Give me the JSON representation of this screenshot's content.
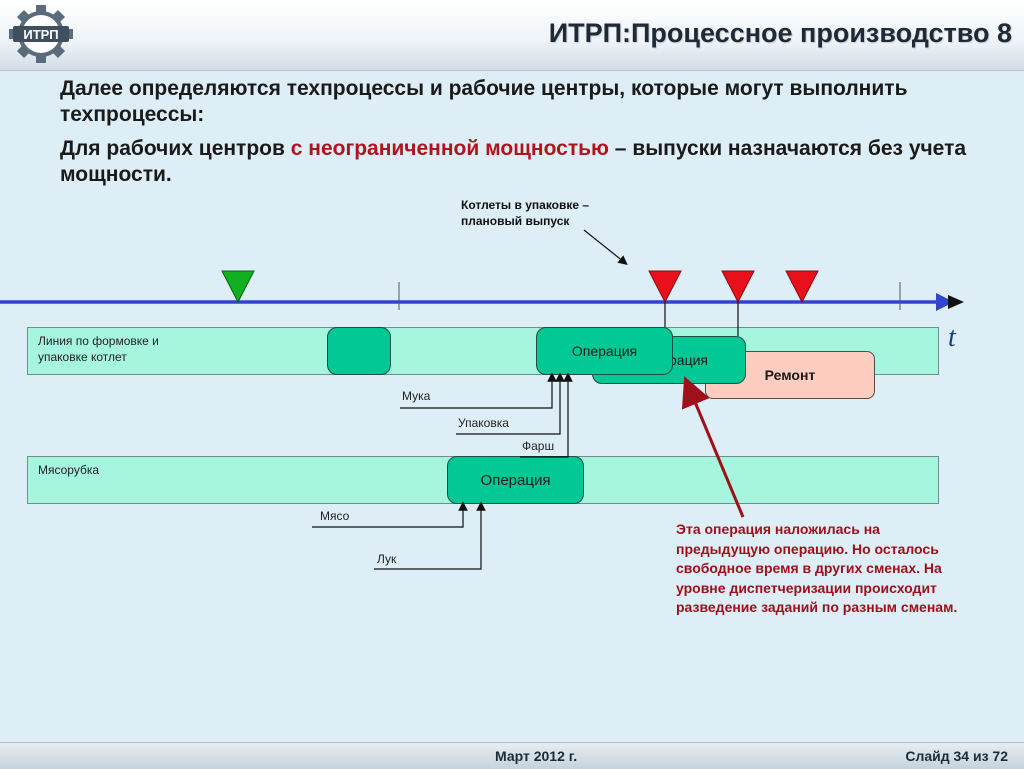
{
  "header": {
    "logo_text": "ИТРП",
    "title": "ИТРП:Процессное производство 8"
  },
  "intro": {
    "paragraph1": "Далее определяются техпроцессы и рабочие центры, которые могут выполнить техпроцессы:",
    "paragraph2_before": "Для рабочих центров ",
    "paragraph2_highlight": "с неограниченной мощностью",
    "paragraph2_after": " – выпуски назначаются без учета мощности."
  },
  "diagram": {
    "callout": "Котлеты в упаковке – плановый выпуск",
    "timeline_axis": "t",
    "lane1": {
      "label": "Линия по формовке и упаковке котлет",
      "op_front": "Операция",
      "op_back": "Операция",
      "repair": "Ремонт"
    },
    "lane2": {
      "label": "Мясорубка",
      "op": "Операция"
    },
    "inputs_lane1": [
      "Мука",
      "Упаковка",
      "Фарш"
    ],
    "inputs_lane2": [
      "Мясо",
      "Лук"
    ],
    "note": "Эта операция наложилась на предыдущую операцию. Но осталось свободное время в других сменах. На уровне диспетчеризации происходит разведение заданий по разным сменам.",
    "colors": {
      "lane": "#a6f5de",
      "operation": "#02c896",
      "repair": "#ffcdbf",
      "timeline": "#3344cc",
      "marker_planned": "#e8101a",
      "marker_start": "#10b020",
      "note": "#a0101a"
    }
  },
  "footer": {
    "date": "Март 2012 г.",
    "slide": "Слайд 34 из 72"
  }
}
